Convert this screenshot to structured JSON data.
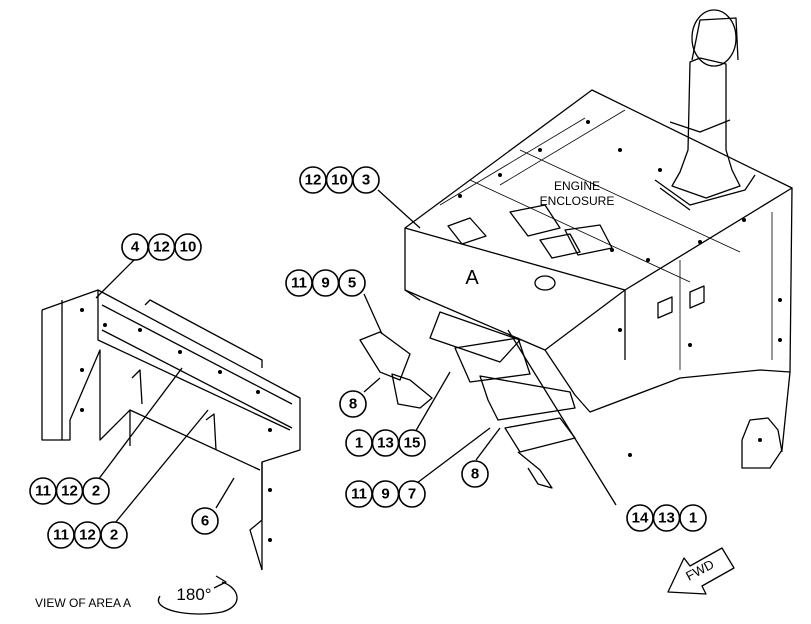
{
  "labels": {
    "engine_enclosure_line1": "ENGINE",
    "engine_enclosure_line2": "ENCLOSURE",
    "area_marker": "A",
    "view_of_area": "VIEW OF AREA A",
    "rotation": "180°",
    "fwd": "FWD"
  },
  "callout_groups": [
    {
      "id": "g-12-10-3",
      "numbers": [
        "12",
        "10",
        "3"
      ]
    },
    {
      "id": "g-4-12-10",
      "numbers": [
        "4",
        "12",
        "10"
      ]
    },
    {
      "id": "g-11-9-5",
      "numbers": [
        "11",
        "9",
        "5"
      ]
    },
    {
      "id": "g-8-upper",
      "numbers": [
        "8"
      ]
    },
    {
      "id": "g-1-13-15",
      "numbers": [
        "1",
        "13",
        "15"
      ]
    },
    {
      "id": "g-8-lower",
      "numbers": [
        "8"
      ]
    },
    {
      "id": "g-11-9-7",
      "numbers": [
        "11",
        "9",
        "7"
      ]
    },
    {
      "id": "g-11-12-2-a",
      "numbers": [
        "11",
        "12",
        "2"
      ]
    },
    {
      "id": "g-11-12-2-b",
      "numbers": [
        "11",
        "12",
        "2"
      ]
    },
    {
      "id": "g-6",
      "numbers": [
        "6"
      ]
    },
    {
      "id": "g-14-13-1",
      "numbers": [
        "14",
        "13",
        "1"
      ]
    }
  ]
}
